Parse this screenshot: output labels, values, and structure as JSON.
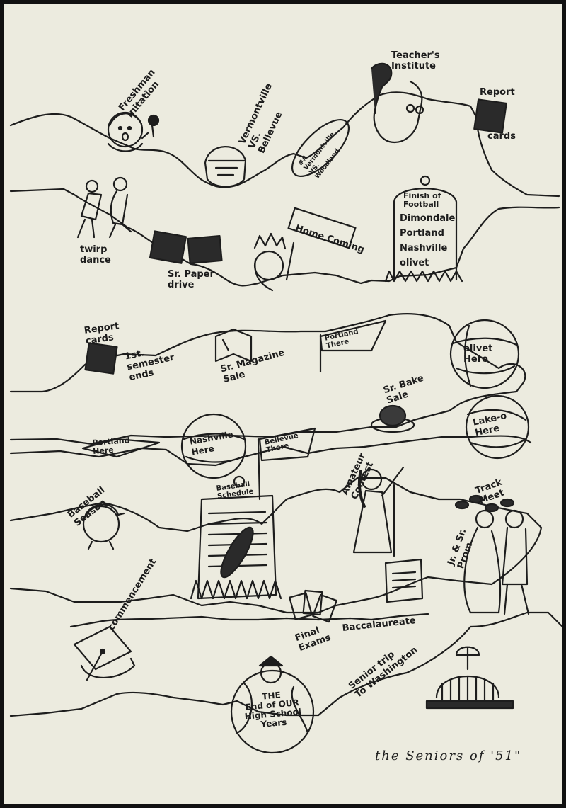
{
  "labels": {
    "freshman_initiation": "Freshman\nInitation",
    "vermontville_vs_bellevue": "Vermontville\nVS.\nBellevue",
    "football_text": "##\nVermontville\nVS.\nWoodland",
    "teachers_institute": "Teacher's\nInstitute",
    "report_cards_top": "Report",
    "report_cards_top_2": "cards",
    "twirp_dance": "twirp\ndance",
    "paper_drive": "Sr. Paper\ndrive",
    "home_coming": "Home Coming",
    "finish_of_football": "Finish of\nFootball",
    "games": [
      "Dimondale",
      "Portland",
      "Nashville",
      "olivet"
    ],
    "report_cards_mid": "Report\ncards",
    "first_semester": "1st.\nsemester\nends",
    "magazine_sale": "Sr. Magazine\nSale",
    "portland_there": "Portland\nThere",
    "olivet_here": "olivet\nHere",
    "bake_sale": "Sr. Bake\nSale",
    "lakeo_here": "Lake-o\nHere",
    "portland_here": "Portland\nHere",
    "nashville_here": "Nashville\nHere",
    "bellevue_there": "Bellevue\nThere",
    "amateur_contest": "Amateur\nContest",
    "baseball_season": "Baseball\nSeason",
    "baseball_schedule": "Baseball\nSchedule",
    "track_meet": "Track\nMeet",
    "prom": "Jr. & Sr.\nProm",
    "commencement": "commencement",
    "final_exams": "Final\nExams",
    "baccalaureate": "Baccalaureate",
    "senior_trip": "Senior trip\nTo Washington",
    "end_of_school": "THE\nEnd of OUR\nHigh School\nYears",
    "signature": "the Seniors of '51\""
  }
}
